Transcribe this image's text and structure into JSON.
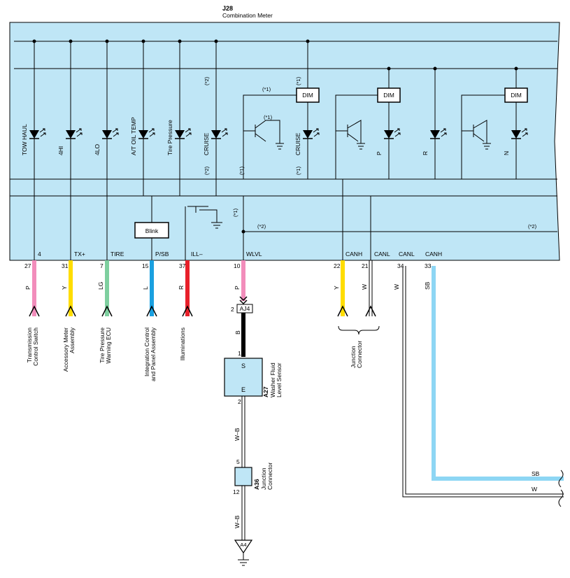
{
  "meter": {
    "code": "J28",
    "name": "Combination Meter"
  },
  "colors": {
    "meter_fill": "#bfe6f6",
    "P": "#f28dbb",
    "Y": "#ffdd00",
    "LG": "#7ecf9f",
    "L": "#1aa0e0",
    "R": "#e8202a",
    "SB": "#8dd6f4",
    "B": "#000000",
    "W": "#ffffff",
    "WB": "#ffffff"
  },
  "indicators": [
    {
      "label": "TOW HAUL",
      "note": ""
    },
    {
      "label": "4HI",
      "note": ""
    },
    {
      "label": "4LO",
      "note": ""
    },
    {
      "label": "A/T OIL TEMP",
      "note": ""
    },
    {
      "label": "Tire Pressure",
      "note": ""
    },
    {
      "label": "CRUISE",
      "note_top": "(*2)",
      "note_bottom": "(*2)"
    },
    {
      "label": "CRUISE",
      "note_top": "(*1)",
      "note_bottom": "(*1)"
    },
    {
      "label": "P",
      "note": ""
    },
    {
      "label": "R",
      "note": ""
    },
    {
      "label": "N",
      "note": ""
    }
  ],
  "dim_label": "DIM",
  "dim_notes": [
    "(*1)",
    "(*1)",
    "(*1)",
    "(*2)",
    "(*2)",
    "(*1)"
  ],
  "blink_label": "Blink",
  "terminals": [
    {
      "name": "4",
      "pin": "27",
      "color": "P",
      "device": "Transmission Control Switch",
      "device_line1": "Transmission",
      "device_line2": "Control Switch"
    },
    {
      "name": "TX+",
      "pin": "31",
      "color": "Y",
      "device_line1": "Accessory Meter",
      "device_line2": "Assembly"
    },
    {
      "name": "TIRE",
      "pin": "7",
      "color": "LG",
      "device_line1": "Tire Pressure",
      "device_line2": "Warning ECU"
    },
    {
      "name": "P/SB",
      "pin": "15",
      "color": "L",
      "device_line1": "Integration Control",
      "device_line2": "and Panel Assembly"
    },
    {
      "name": "ILL–",
      "pin": "37",
      "color": "R",
      "device_line1": "Illuminations",
      "device_line2": ""
    },
    {
      "name": "WLVL",
      "pin": "10",
      "color": "P"
    },
    {
      "name": "CANH",
      "pin": "22",
      "color": "Y"
    },
    {
      "name": "CANL",
      "pin": "21",
      "color": "W"
    },
    {
      "name": "CANL",
      "pin": "34",
      "color": "W"
    },
    {
      "name": "CANH",
      "pin": "33",
      "color": "SB"
    }
  ],
  "aj4": {
    "code": "AJ4",
    "pin_in": "2",
    "wire": "B"
  },
  "a27": {
    "code": "A27",
    "line1": "Washer Fluid",
    "line2": "Level Sensor",
    "pin_s": "S",
    "pin_e": "E",
    "pin_1": "1",
    "pin_2": "2"
  },
  "wire_wb1": "W–B",
  "a36": {
    "code": "A36",
    "line1": "Junction",
    "line2": "Connector",
    "pin_top": "5",
    "pin_bottom": "12"
  },
  "wire_wb2": "W–B",
  "a4": {
    "code": "A4"
  },
  "junction": {
    "line1": "Junction",
    "line2": "Connector"
  },
  "bus_sb": "SB",
  "bus_w": "W"
}
